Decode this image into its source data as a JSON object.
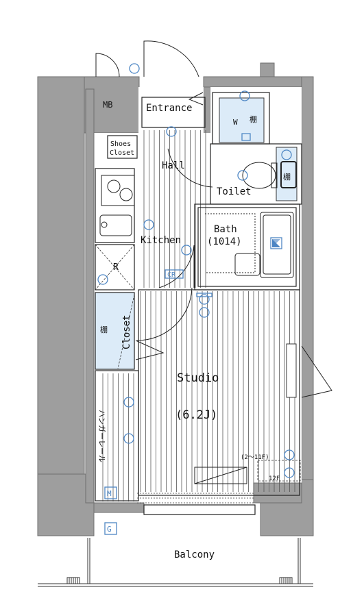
{
  "rooms": {
    "mb": "MB",
    "entrance": "Entrance",
    "shoes_closet_1": "Shoes",
    "shoes_closet_2": "Closet",
    "hall": "Hall",
    "toilet": "Toilet",
    "bath_1": "Bath",
    "bath_2": "(1014)",
    "kitchen": "Kitchen",
    "closet": "Closet",
    "studio_1": "Studio",
    "studio_2": "(6.2J)",
    "balcony": "Balcony"
  },
  "small_marks": {
    "w": "W",
    "shelf": "棚",
    "refrigerator": "R",
    "hanger_rail": "ハンガーレール",
    "meter": "M",
    "gas": "G",
    "cr": "CR",
    "floors_note": "(2～11F)",
    "floor_12": "12F"
  },
  "colors": {
    "wall": "#9e9e9e",
    "floor_line": "#555555",
    "storage_fill": "#dcebf8",
    "equipment_blue": "#4d86c4"
  }
}
